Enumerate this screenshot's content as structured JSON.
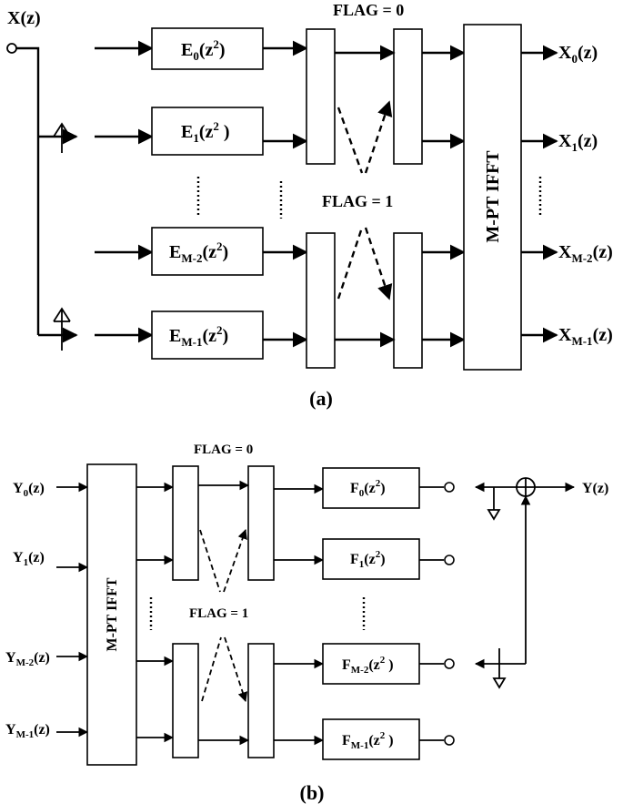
{
  "diagram_a": {
    "caption": "(a)",
    "input": "X(z)",
    "flag0": "FLAG = 0",
    "flag1": "FLAG = 1",
    "transform": "M-PT IFFT",
    "filters": [
      {
        "base": "E",
        "sub": "0",
        "arg": "(z",
        "sup": "2",
        "close": ")"
      },
      {
        "base": "E",
        "sub": "1",
        "arg": "(z",
        "sup": "2",
        "close": " )"
      },
      {
        "base": "E",
        "sub": "M-2",
        "arg": "(z",
        "sup": "2",
        "close": ")"
      },
      {
        "base": "E",
        "sub": "M-1",
        "arg": "(z",
        "sup": "2",
        "close": ")"
      }
    ],
    "outputs": [
      {
        "base": "X",
        "sub": "0",
        "arg": "(z)"
      },
      {
        "base": "X",
        "sub": "1",
        "arg": "(z)"
      },
      {
        "base": "X",
        "sub": "M-2",
        "arg": "(z)"
      },
      {
        "base": "X",
        "sub": "M-1",
        "arg": "(z)"
      }
    ]
  },
  "diagram_b": {
    "caption": "(b)",
    "output": "Y(z)",
    "flag0": "FLAG = 0",
    "flag1": "FLAG = 1",
    "transform": "M-PT IFFT",
    "inputs": [
      {
        "base": "Y",
        "sub": "0",
        "arg": "(z)"
      },
      {
        "base": "Y",
        "sub": "1",
        "arg": "(z)"
      },
      {
        "base": "Y",
        "sub": "M-2",
        "arg": "(z)"
      },
      {
        "base": "Y",
        "sub": "M-1",
        "arg": "(z)"
      }
    ],
    "filters": [
      {
        "base": "F",
        "sub": "0",
        "arg": "(z",
        "sup": "2",
        "close": ")"
      },
      {
        "base": "F",
        "sub": "1",
        "arg": "(z",
        "sup": "2",
        "close": ")"
      },
      {
        "base": "F",
        "sub": "M-2",
        "arg": "(z",
        "sup": "2",
        "close": " )"
      },
      {
        "base": "F",
        "sub": "M-1",
        "arg": "(z",
        "sup": "2",
        "close": " )"
      }
    ]
  }
}
